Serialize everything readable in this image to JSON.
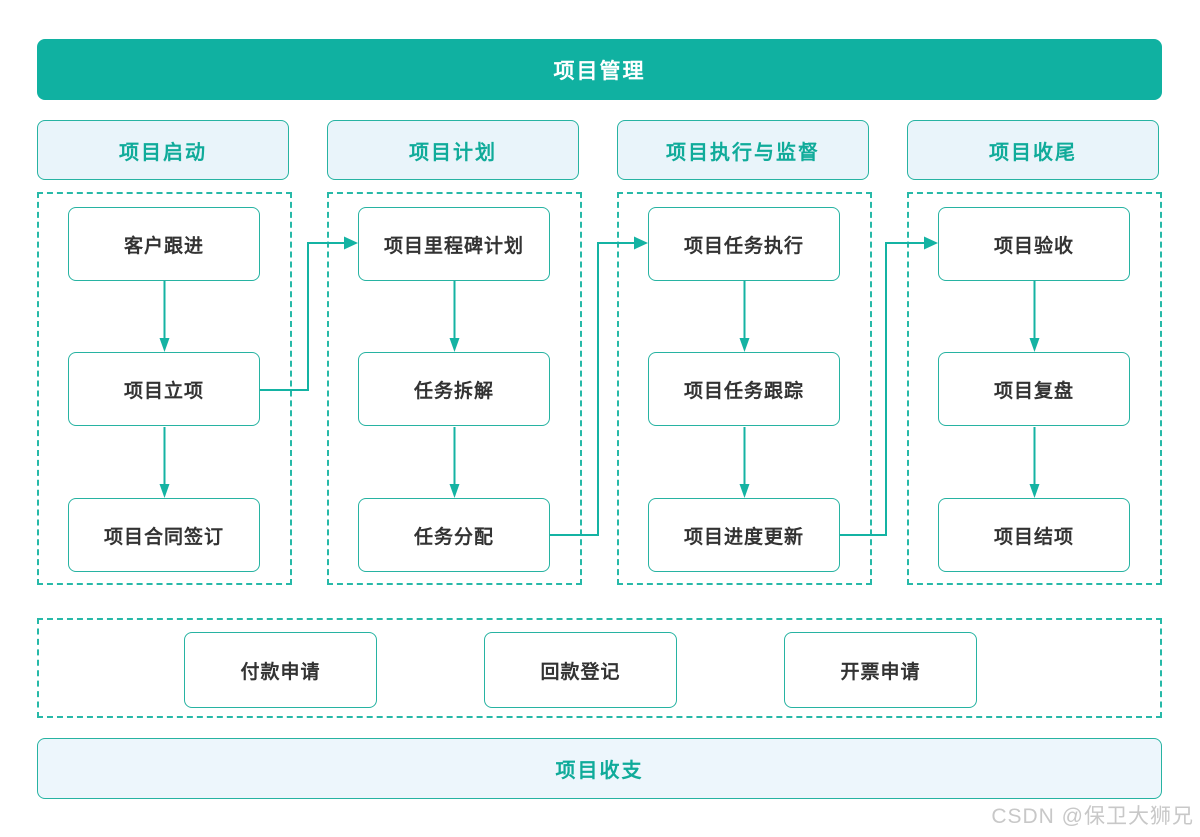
{
  "title": {
    "label": "项目管理"
  },
  "columns": [
    {
      "header": "项目启动",
      "nodes": [
        "客户跟进",
        "项目立项",
        "项目合同签订"
      ]
    },
    {
      "header": "项目计划",
      "nodes": [
        "项目里程碑计划",
        "任务拆解",
        "任务分配"
      ]
    },
    {
      "header": "项目执行与监督",
      "nodes": [
        "项目任务执行",
        "项目任务跟踪",
        "项目进度更新"
      ]
    },
    {
      "header": "项目收尾",
      "nodes": [
        "项目验收",
        "项目复盘",
        "项目结项"
      ]
    }
  ],
  "finance": {
    "nodes": [
      "付款申请",
      "回款登记",
      "开票申请"
    ]
  },
  "footer": {
    "label": "项目收支"
  },
  "watermark": "CSDN @保卫大狮兄",
  "colors": {
    "banner_fill": "#10b1a1",
    "banner_text": "#ffffff",
    "header_fill": "#e9f4fa",
    "header_text": "#10ab9a",
    "box_border": "#27b3a2",
    "dashed_border": "#27b9a8",
    "connector": "#14b3a3",
    "node_text": "#333333",
    "footer_fill": "#edf6fc",
    "watermark_text": "#c8c8c8"
  }
}
